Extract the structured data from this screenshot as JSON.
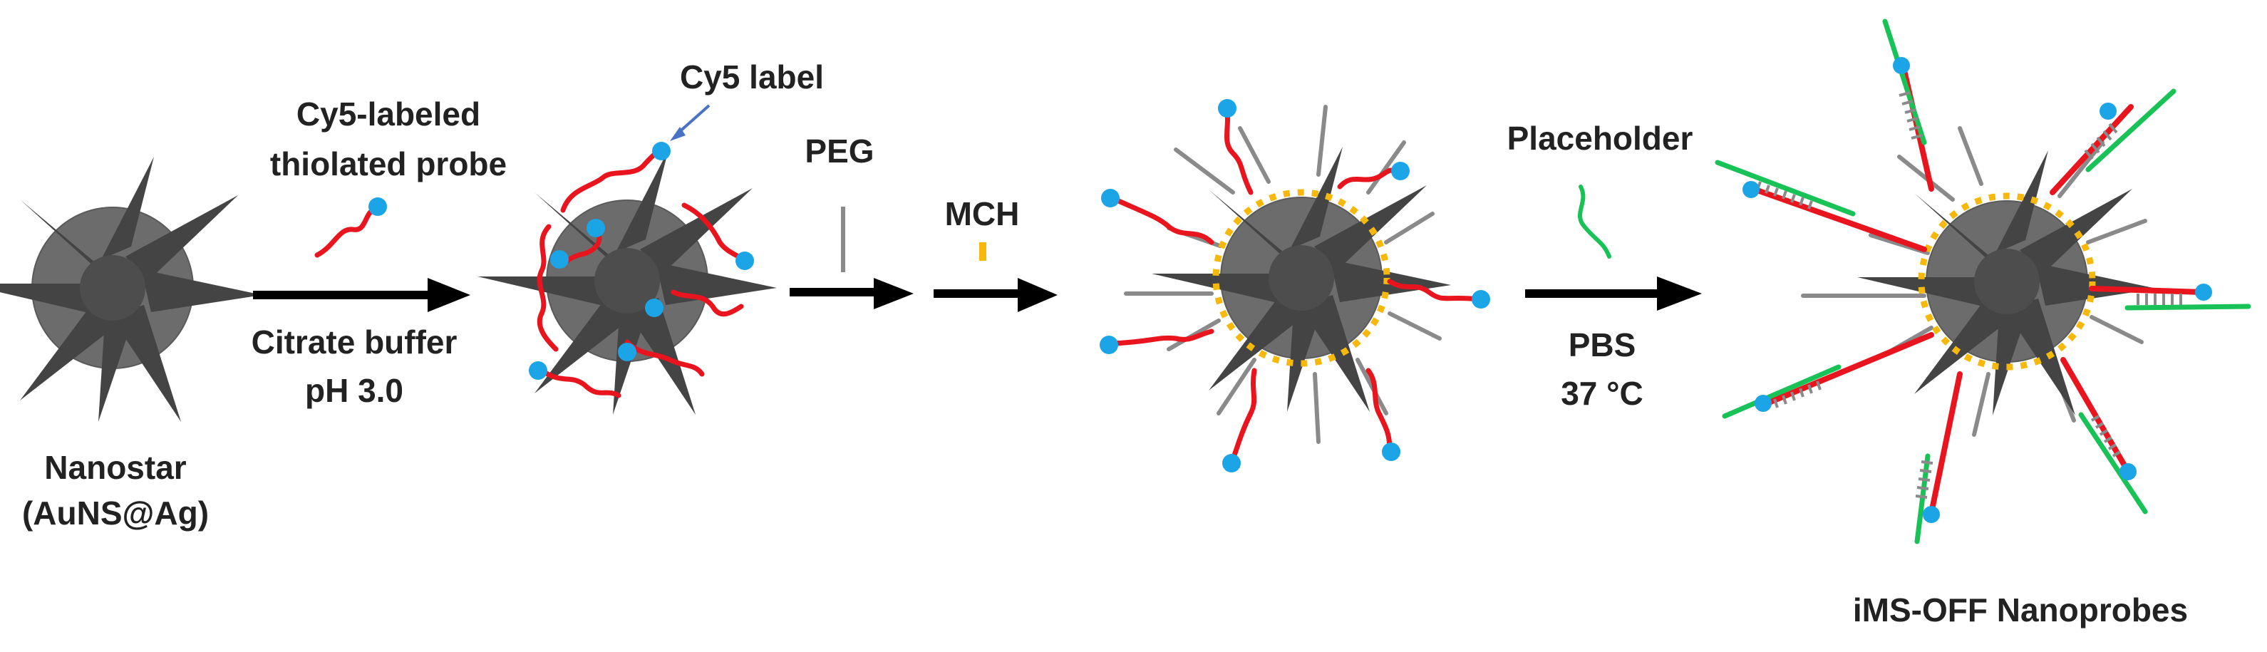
{
  "colors": {
    "core": "#6c6c6c",
    "spike": "#424242",
    "probe": "#e8141e",
    "cy5": "#1ba4e6",
    "peg": "#8a8a8a",
    "mch": "#f5b80b",
    "placeholder": "#18c256",
    "arrow": "#000000",
    "pointer": "#4a72c4"
  },
  "labels": {
    "nanostar_line1": "Nanostar",
    "nanostar_line2": "(AuNS@Ag)",
    "probe_line1": "Cy5-labeled",
    "probe_line2": "thiolated probe",
    "buffer_line1": "Citrate buffer",
    "buffer_line2": "pH 3.0",
    "cy5_label": "Cy5 label",
    "peg": "PEG",
    "mch": "MCH",
    "placeholder": "Placeholder",
    "pbs": "PBS",
    "temperature": "37 °C",
    "product": "iMS-OFF Nanoprobes"
  }
}
